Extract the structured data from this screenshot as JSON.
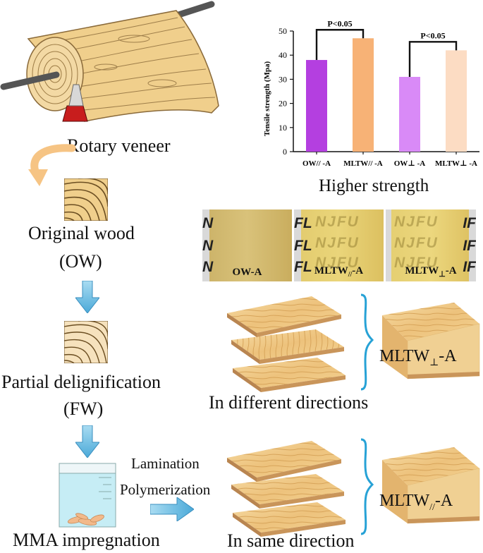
{
  "labels": {
    "rotary": "Rotary veneer",
    "original_line1": "Original wood",
    "original_line2": "(OW)",
    "partial_line1": "Partial delignification",
    "partial_line2": "(FW)",
    "mma": "MMA impregnation",
    "lamination": "Lamination",
    "polymerization": "Polymerization",
    "different": "In different directions",
    "same": "In same direction",
    "higher": "Higher strength",
    "mltw_perp_base": "MLTW",
    "mltw_perp_sub": "⊥",
    "mltw_perp_suffix": "-A",
    "mltw_par_base": "MLTW",
    "mltw_par_sub": "//",
    "mltw_par_suffix": "-A"
  },
  "photos": {
    "p1": "OW-A",
    "p2_base": "MLTW",
    "p2_sub": "//",
    "p2_suffix": "-A",
    "p3_base": "MLTW",
    "p3_sub": "⊥",
    "p3_suffix": "-A",
    "stamp": "NJFU"
  },
  "chart_data": {
    "type": "bar",
    "ylabel": "Tensile strength (Mpa)",
    "ylim": [
      0,
      50
    ],
    "yticks": [
      "0",
      "10",
      "20",
      "30",
      "40",
      "50"
    ],
    "categories": [
      "OW// -A",
      "MLTW// -A",
      "OW⊥ -A",
      "MLTW⊥ -A"
    ],
    "values": [
      38,
      47,
      31,
      42
    ],
    "bar_colors": [
      "#b43fe0",
      "#f7b276",
      "#d98af7",
      "#fcdcc3"
    ],
    "significance": [
      {
        "from": 0,
        "to": 1,
        "label": "P<0.05"
      },
      {
        "from": 2,
        "to": 3,
        "label": "P<0.05"
      }
    ]
  }
}
